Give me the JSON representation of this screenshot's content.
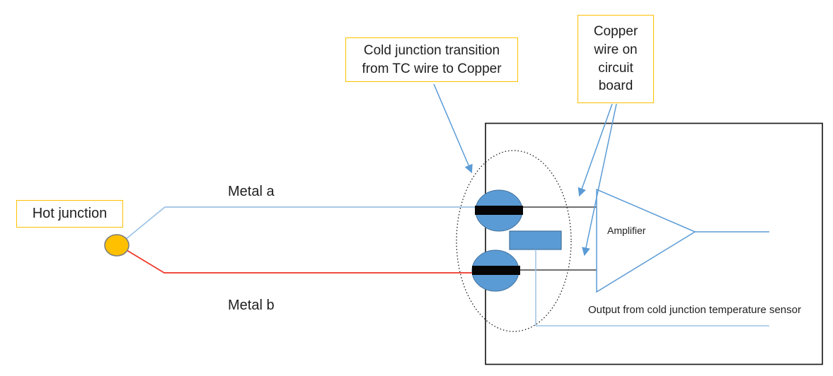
{
  "labels": {
    "hot_junction": "Hot junction",
    "cold_junction_note": "Cold junction transition from TC wire to Copper",
    "copper_wire_note": "Copper wire on circuit board",
    "metal_a": "Metal a",
    "metal_b": "Metal b",
    "amplifier": "Amplifier",
    "output_note": "Output from cold junction temperature sensor"
  },
  "colors": {
    "canvas_bg": "#ffffff",
    "callout_border": "#ffc000",
    "hot_junction_fill": "#ffc000",
    "hot_junction_stroke": "#7f7f7f",
    "wire_a": "#9dc3e6",
    "wire_b": "#ee3425",
    "shape_blue": "#5b9bd5",
    "shape_blue_border": "#41719c",
    "arrow_blue": "#5b9bd5",
    "light_blue_line": "#9dc3e6",
    "board_border": "#1f1f1f",
    "connector_gray": "#404040",
    "dotted_ellipse": "#1a1a1a",
    "bar_black": "#050505",
    "text": "#1f1f1f"
  }
}
